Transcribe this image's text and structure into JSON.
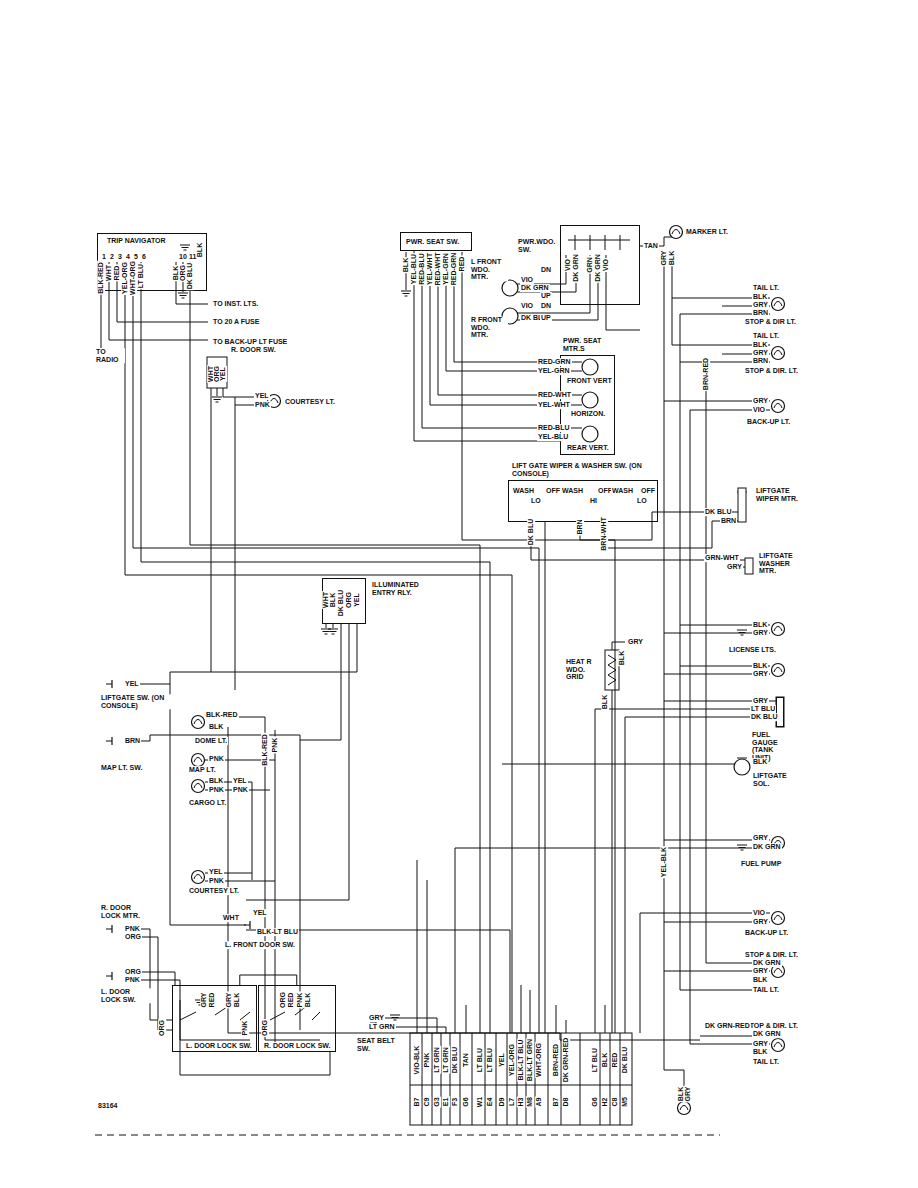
{
  "diagram": {
    "nodes": [
      {
        "text": [
          "TRIP NAVIGATOR"
        ]
      },
      {
        "text": [
          "PWR. SEAT SW."
        ]
      },
      {
        "text": [
          "PWR.WDO. SW."
        ]
      },
      {
        "text": [
          "PWR. SEAT MTR.S"
        ]
      },
      {
        "text": [
          "LIFT GATE WIPER & WASHER SW. (ON CONSOLE)"
        ]
      },
      {
        "text": [
          "ILLUMINATED ENTRY RLY."
        ]
      },
      {
        "text": [
          "L. DOOR LOCK SW."
        ]
      },
      {
        "text": [
          "R. DOOR LOCK SW."
        ]
      },
      {
        "text": [
          "FUEL GAUGE (TANK UNIT)"
        ]
      }
    ],
    "edges": [
      {
        "from": 1,
        "to": 3,
        "arrow": "none"
      },
      {
        "from": 6,
        "to": 7,
        "arrow": "none"
      }
    ],
    "labels": [
      "1",
      "2",
      "3",
      "4",
      "5",
      "6",
      "10",
      "11",
      "BLK",
      "BLK-RED",
      "WHT",
      "RED",
      "YEL-ORG",
      "WHT-ORG",
      "LT BLU",
      "BLK",
      "ORG",
      "DK BLU",
      "TO INST. LTS.",
      "TO 20 A FUSE",
      "TO BACK-UP LT FUSE",
      "TO RADIO",
      "R. DOOR SW.",
      "WHT",
      "ORG",
      "YEL",
      "YEL",
      "PNK",
      "COURTESY LT.",
      "BLK",
      "YEL-BLU",
      "RED-BLU",
      "YEL-WHT",
      "RED-WHT",
      "YEL-GRN",
      "RED-GRN",
      "RED",
      "VIO",
      "DK GRN",
      "GRN",
      "DK GRN",
      "VIO",
      "TAN",
      "L FRONT WDO. MTR.",
      "DN",
      "VIO",
      "DK GRN",
      "UP",
      "VIO",
      "DN",
      "DK BLU",
      "UP",
      "R FRONT WDO. MTR.",
      "MARKER LT.",
      "GRY",
      "BLK",
      "TAIL LT.",
      "BLK",
      "GRY",
      "BRN",
      "STOP & DIR LT.",
      "TAIL LT.",
      "BLK",
      "GRY",
      "BRN",
      "STOP & DIR. LT.",
      "BRN-RED",
      "GRY",
      "VIO",
      "BACK-UP LT.",
      "RED-GRN",
      "YEL-GRN",
      "FRONT VERT",
      "RED-WHT",
      "YEL-WHT",
      "HORIZON.",
      "RED-BLU",
      "YEL-BLU",
      "REAR VERT.",
      "WASH",
      "LO",
      "OFF",
      "WASH",
      "HI",
      "OFF",
      "WASH",
      "LO",
      "OFF",
      "DK BLU",
      "BRN",
      "BRN-WHT",
      "DK BLU",
      "BRN",
      "LIFTGATE WIPER MTR.",
      "GRN-WHT",
      "GRY",
      "LIFTGATE WASHER MTR.",
      "WHT",
      "BLK",
      "DK BLU",
      "ORG",
      "YEL",
      "HEAT R WDO. GRID",
      "GRY",
      "BLK",
      "BLK",
      "BLK",
      "GRY",
      "LICENSE LTS.",
      "BLK",
      "GRY",
      "GRY",
      "LT BLU",
      "DK BLU",
      "BLK",
      "LIFTGATE SOL.",
      "GRY",
      "DK GRN",
      "FUEL PUMP",
      "VIO",
      "GRY",
      "BACK-UP LT.",
      "STOP & DIR. LT.",
      "DK GRN",
      "GRY",
      "BLK",
      "TAIL LT.",
      "STOP & DIR. LT.",
      "DK GRN",
      "GRY",
      "BLK",
      "TAIL LT.",
      "DK GRN-RED",
      "YEL-BLK",
      "BLK",
      "GRY",
      "YEL",
      "LIFTGATE SW. (ON CONSOLE)",
      "BLK-RED",
      "BLK",
      "DOME LT.",
      "BLK-RED",
      "PNK",
      "BRN",
      "MAP LT. SW.",
      "PNK",
      "MAP LT.",
      "BLK",
      "YEL",
      "PNK",
      "PNK",
      "CARGO LT.",
      "YEL",
      "PNK",
      "COURTESY LT.",
      "R. DOOR LOCK MTR.",
      "PNK",
      "ORG",
      "YEL",
      "WHT",
      "BLK-LT BLU",
      "L. FRONT DOOR SW.",
      "ORG",
      "PNK",
      "L. DOOR LOCK SW.",
      "GRY",
      "RED",
      "GRY",
      "BLK",
      "ORG",
      "RED",
      "PNK",
      "BLK",
      "ORG",
      "PNK",
      "ORG",
      "GRY",
      "LT GRN",
      "SEAT BELT SW.",
      "VIO-BLK",
      "PNK",
      "LT GRN",
      "LT GRN",
      "DK BLU",
      "TAN",
      "LT BLU",
      "LT BLU",
      "YEL",
      "YEL-ORG",
      "BLK-LT BLU",
      "BLK-LT GRN",
      "WHT-ORG",
      "BRN-RED",
      "DK GRN-RED",
      "LT BLU",
      "BLK",
      "RED",
      "DK BLU",
      "B7",
      "C9",
      "G3",
      "E1",
      "F3",
      "G6",
      "W1",
      "E4",
      "D9",
      "L7",
      "H3",
      "M8",
      "A9",
      "B7",
      "D8",
      "G6",
      "H2",
      "C8",
      "M5",
      "83164"
    ]
  }
}
